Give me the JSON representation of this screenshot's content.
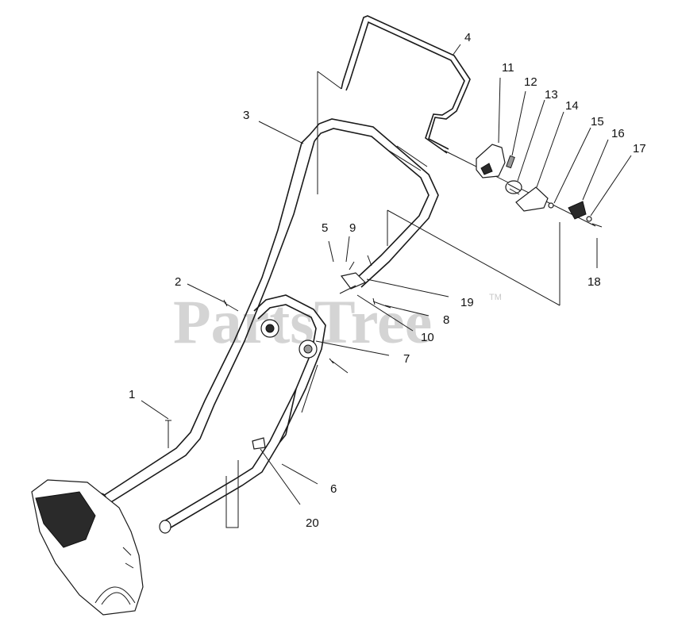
{
  "watermark": {
    "text": "PartsTree",
    "trademark": "TM",
    "color": "#d4d4d4"
  },
  "callouts": [
    {
      "id": "callout-1",
      "text": "1"
    },
    {
      "id": "callout-2",
      "text": "2"
    },
    {
      "id": "callout-3",
      "text": "3"
    },
    {
      "id": "callout-4",
      "text": "4"
    },
    {
      "id": "callout-5",
      "text": "5"
    },
    {
      "id": "callout-6",
      "text": "6"
    },
    {
      "id": "callout-7",
      "text": "7"
    },
    {
      "id": "callout-8",
      "text": "8"
    },
    {
      "id": "callout-9",
      "text": "9"
    },
    {
      "id": "callout-10",
      "text": "10"
    },
    {
      "id": "callout-11",
      "text": "11"
    },
    {
      "id": "callout-12",
      "text": "12"
    },
    {
      "id": "callout-13",
      "text": "13"
    },
    {
      "id": "callout-14",
      "text": "14"
    },
    {
      "id": "callout-15",
      "text": "15"
    },
    {
      "id": "callout-16",
      "text": "16"
    },
    {
      "id": "callout-17",
      "text": "17"
    },
    {
      "id": "callout-18",
      "text": "18"
    },
    {
      "id": "callout-19",
      "text": "19"
    },
    {
      "id": "callout-20",
      "text": "20"
    }
  ]
}
